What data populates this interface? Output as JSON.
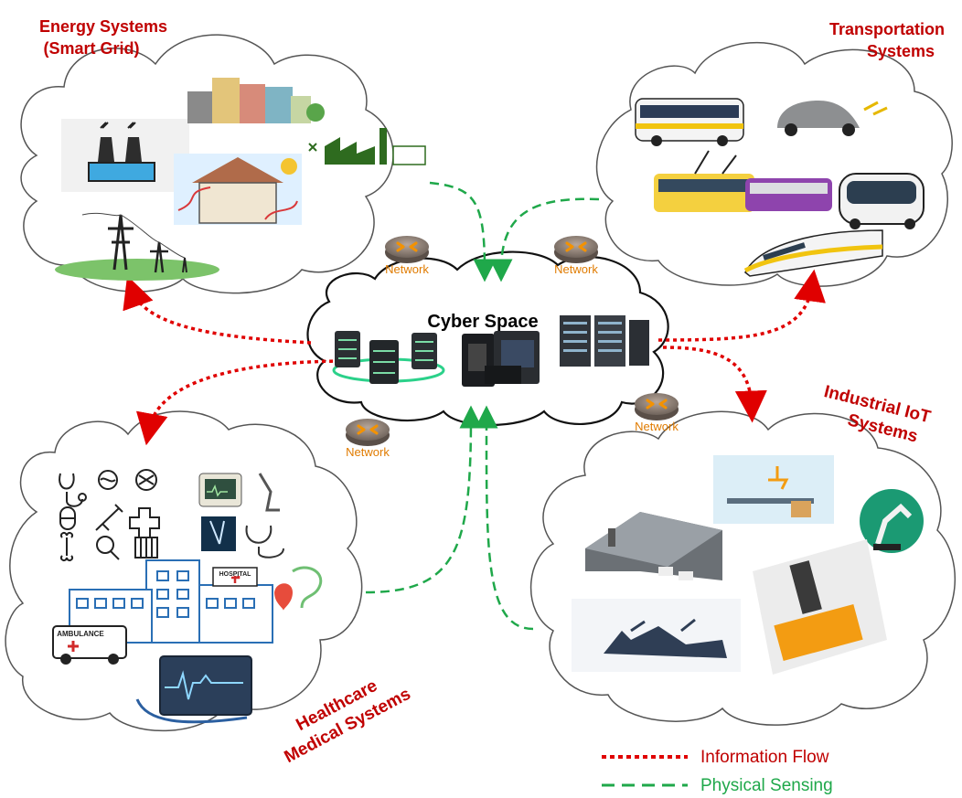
{
  "cyber_space": {
    "title": "Cyber Space"
  },
  "domains": {
    "energy": {
      "line1": "Energy Systems",
      "line2": "(Smart Grid)"
    },
    "transportation": {
      "line1": "Transportation",
      "line2": "Systems"
    },
    "industrial": {
      "line1": "Industrial IoT",
      "line2": "Systems"
    },
    "healthcare": {
      "line1": "Healthcare",
      "line2": "Medical Systems",
      "hospital_sign": "HOSPITAL",
      "ambulance_sign": "AMBULANCE"
    }
  },
  "routers": [
    {
      "label": "Network"
    },
    {
      "label": "Network"
    },
    {
      "label": "Network"
    },
    {
      "label": "Network"
    }
  ],
  "legend": {
    "information_flow": "Information Flow",
    "physical_sensing": "Physical Sensing"
  },
  "colors": {
    "information_flow": "#e00000",
    "physical_sensing": "#1fa84a",
    "domain_label": "#c00000",
    "router_label": "#e07b00"
  }
}
